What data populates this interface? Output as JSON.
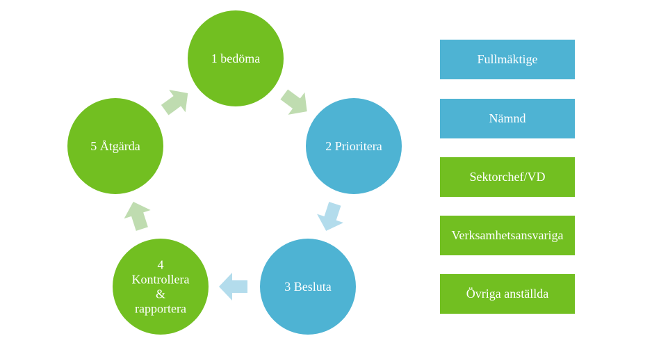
{
  "colors": {
    "green": "#72bf21",
    "blue": "#4eb3d3",
    "green_arrow": "#bfdcb0",
    "blue_arrow": "#b3dcec"
  },
  "cycle": {
    "nodes": [
      {
        "lines": [
          "1 bedöma"
        ],
        "color": "green"
      },
      {
        "lines": [
          "2 Prioritera"
        ],
        "color": "blue"
      },
      {
        "lines": [
          "3 Besluta"
        ],
        "color": "blue"
      },
      {
        "lines": [
          "4",
          "Kontrollera",
          "&",
          "rapportera"
        ],
        "color": "green"
      },
      {
        "lines": [
          "5 Åtgärda"
        ],
        "color": "green"
      }
    ]
  },
  "roles": [
    {
      "label": "Fullmäktige",
      "color": "blue"
    },
    {
      "label": "Nämnd",
      "color": "blue"
    },
    {
      "label": "Sektorchef/VD",
      "color": "green"
    },
    {
      "label": "Verksamhetsansvariga",
      "color": "green"
    },
    {
      "label": "Övriga anställda",
      "color": "green"
    }
  ]
}
